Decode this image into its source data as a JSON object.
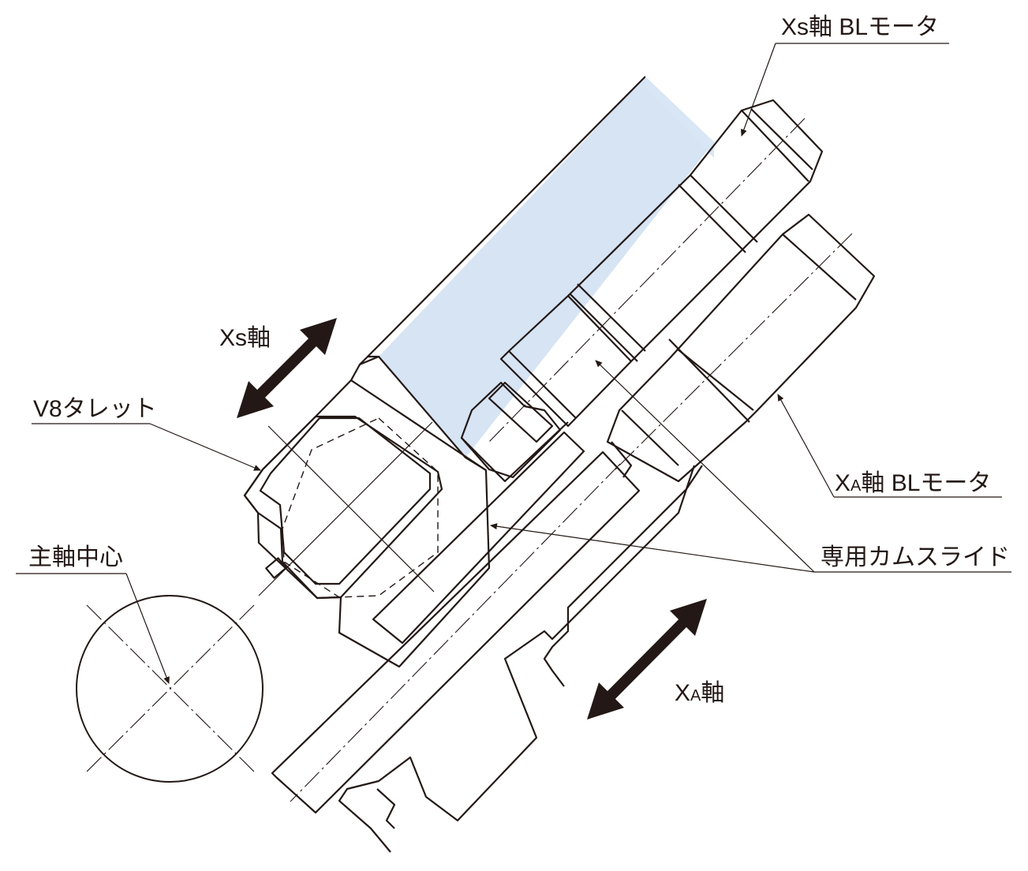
{
  "labels": {
    "xs_motor": "Xs軸 BLモータ",
    "xs_axis": "Xs軸",
    "v8_turret": "V8タレット",
    "xa_motor_x": "X",
    "xa_motor_sub": "A",
    "xa_motor_rest": "軸 BLモータ",
    "spindle_center": "主軸中心",
    "cam_slide": "専用カムスライド",
    "xa_axis_x": "X",
    "xa_axis_sub": "A",
    "xa_axis_rest": "軸"
  },
  "colors": {
    "line": "#231815",
    "light_blue": "#d6e4f4",
    "light_blue_shadow": "#cfe0f2",
    "purple": "#aaaad3",
    "grey": "#e2e5ea",
    "background": "#ffffff"
  }
}
